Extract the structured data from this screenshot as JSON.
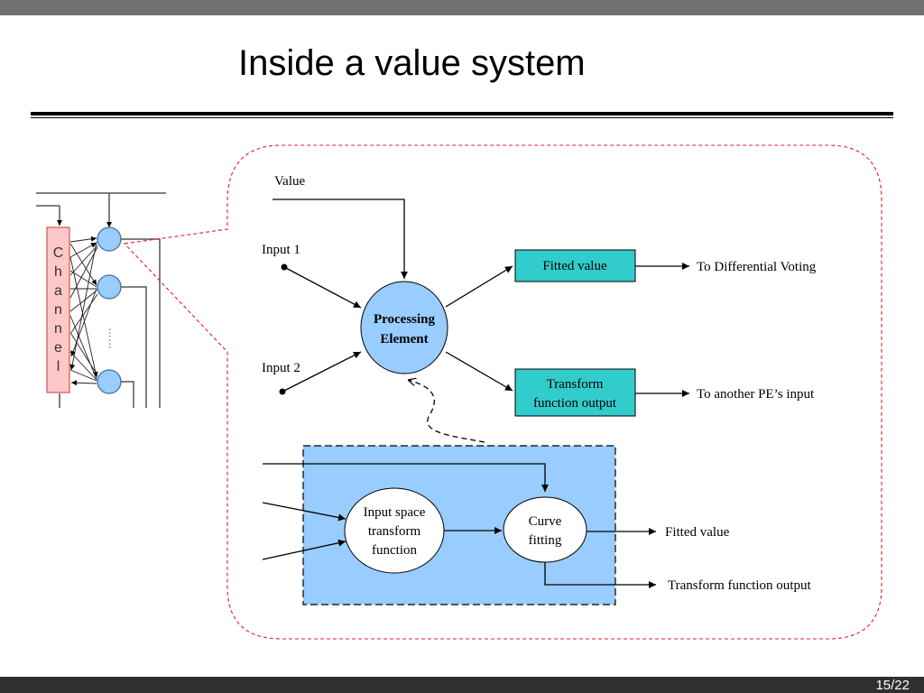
{
  "slide": {
    "title": "Inside a value system",
    "page_number": "15/22"
  },
  "network": {
    "channel_letters": [
      "C",
      "h",
      "a",
      "n",
      "n",
      "e",
      "l"
    ],
    "ellipsis": "……"
  },
  "pe_diagram": {
    "value_label": "Value",
    "input1_label": "Input 1",
    "input2_label": "Input 2",
    "pe_line1": "Processing",
    "pe_line2": "Element",
    "fitted_box": "Fitted value",
    "transform_box_line1": "Transform",
    "transform_box_line2": "function output",
    "to_voting": "To Differential Voting",
    "to_pe_input": "To another PE’s input"
  },
  "detail": {
    "ist_line1": "Input space",
    "ist_line2": "transform",
    "ist_line3": "function",
    "cf_line1": "Curve",
    "cf_line2": "fitting",
    "fitted_out": "Fitted value",
    "transform_out": "Transform function output"
  },
  "colors": {
    "pe_fill": "#99ccff",
    "box_fill": "#33cccc",
    "detail_fill": "#99ccff",
    "channel_fill": "#ffc8c8",
    "callout_border": "#e02020"
  }
}
